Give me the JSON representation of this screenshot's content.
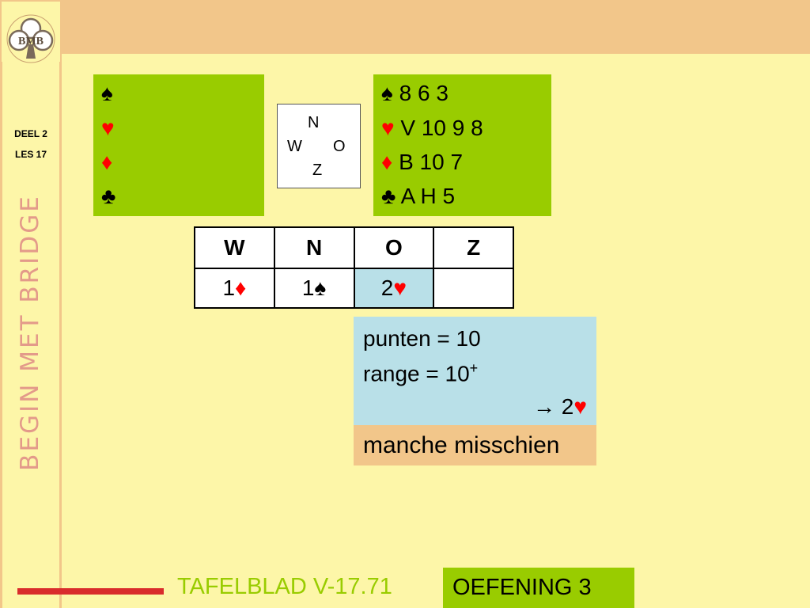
{
  "header": {
    "logo_text": "BMB"
  },
  "sidebar": {
    "deel": "DEEL 2",
    "les": "LES 17",
    "title": "BEGIN MET BRIDGE"
  },
  "suits": {
    "spade": "♠",
    "heart": "♥",
    "diamond": "♦",
    "club": "♣"
  },
  "hands": {
    "west": {
      "spades": "",
      "hearts": "",
      "diamonds": "",
      "clubs": ""
    },
    "north": {
      "spades": "8 6 3",
      "hearts": "V 10 9 8",
      "diamonds": "B 10 7",
      "clubs": "A H 5"
    }
  },
  "compass": {
    "n": "N",
    "w": "W",
    "o": "O",
    "z": "Z"
  },
  "bidding": {
    "headers": [
      "W",
      "N",
      "O",
      "Z"
    ],
    "row": [
      {
        "level": "1",
        "suit": "♦"
      },
      {
        "level": "1",
        "suit": "♠"
      },
      {
        "level": "2",
        "suit": "♥"
      },
      {
        "level": "",
        "suit": ""
      }
    ]
  },
  "info": {
    "punten": "punten = 10",
    "range_text": "range = 10",
    "range_sup": "+",
    "arrow": "→",
    "bid_level": "2",
    "bid_suit": "♥",
    "manche": "manche misschien"
  },
  "footer": {
    "tafelblad": "TAFELBLAD V-17.71",
    "oefening": "OEFENING 3"
  },
  "colors": {
    "background": "#fdf6a8",
    "frame": "#f2c68a",
    "green": "#99cc00",
    "blue": "#b9e0e8",
    "red": "#ff0000",
    "title": "#e39a8a"
  }
}
